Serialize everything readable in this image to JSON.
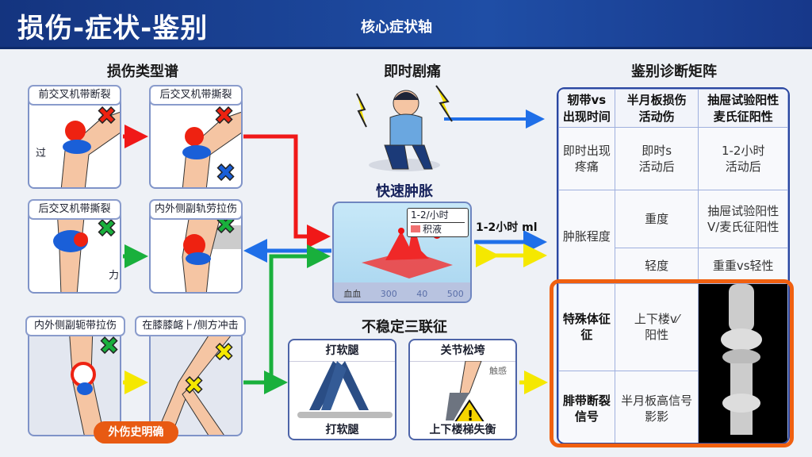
{
  "header": {
    "title": "损伤-症状-鉴别",
    "subtitle": "核心症状轴"
  },
  "left": {
    "title": "损伤类型谱",
    "cards": [
      {
        "label": "前交叉机带断裂",
        "note": "过"
      },
      {
        "label": "后交叉机带撕裂"
      },
      {
        "label": "后交叉机带撕裂",
        "note": "力"
      },
      {
        "label": "内外侧副轨劳拉伤"
      },
      {
        "label": "内外侧副轭带拉伤"
      },
      {
        "label": "在膝膝䘔⺊/侧方冲击"
      }
    ],
    "badge": "外伤史明确"
  },
  "center": {
    "pain_title": "即时剧痛",
    "swell_title": "快速肿胀",
    "legend": {
      "time": "1-2/小时",
      "fluid": "积液"
    },
    "scale": [
      "血血",
      "300",
      "40",
      "500"
    ],
    "arrow_label": "1-2小时 ml",
    "instability_title": "不稳定三联征",
    "cards": [
      {
        "top": "打软腿",
        "bottom": "打软腿"
      },
      {
        "top": "关节松垮",
        "bottom": "上下楼梯失衡",
        "note": "触感"
      }
    ]
  },
  "right": {
    "title": "鉴别诊断矩阵",
    "header": [
      "轫带vs\n出现时间",
      "半月板损伤\n活动伤",
      "抽屉试验阳性\n麦氏征阳性"
    ],
    "rows": [
      [
        "即时出现\n疼痛",
        "即时s\n活动后",
        "1-2小时\n活动后"
      ],
      [
        "肿胀程度",
        "重度",
        "抽屉试验阳性\nV/麦氏征阳性"
      ],
      [
        "",
        "轻度",
        "重重vs轻性"
      ],
      [
        "特殊体征\n征",
        "上下楼v⁄\n阳性",
        ""
      ],
      [
        "腓带断裂\n信号",
        "半月板高信号\n影影",
        ""
      ]
    ]
  },
  "colors": {
    "red": "#f01818",
    "blue": "#1f6fe8",
    "green": "#19b03c",
    "yellow": "#f5e800",
    "orange": "#f06010",
    "navy": "#1a3a8a"
  }
}
